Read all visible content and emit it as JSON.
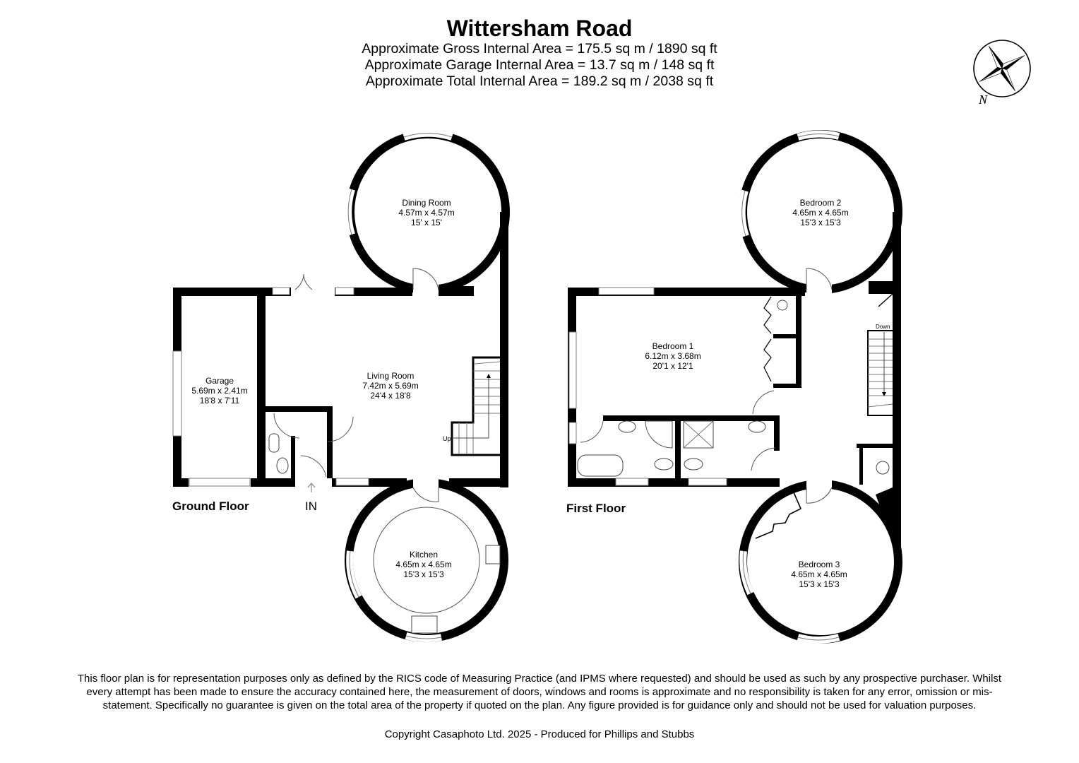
{
  "header": {
    "title": "Wittersham Road",
    "gross_area": "Approximate Gross Internal Area = 175.5 sq m / 1890 sq ft",
    "garage_area": "Approximate Garage Internal Area = 13.7 sq m / 148 sq ft",
    "total_area": "Approximate Total Internal Area = 189.2 sq m / 2038 sq ft"
  },
  "compass": {
    "icon": "compass-rose-icon",
    "label": "N"
  },
  "ground_floor": {
    "label": "Ground Floor",
    "entrance_label": "IN",
    "stairs_label": "Up",
    "rooms": {
      "dining": {
        "name": "Dining Room",
        "metric": "4.57m x 4.57m",
        "imperial": "15' x 15'"
      },
      "garage": {
        "name": "Garage",
        "metric": "5.69m x 2.41m",
        "imperial": "18'8 x 7'11"
      },
      "living": {
        "name": "Living Room",
        "metric": "7.42m x 5.69m",
        "imperial": "24'4 x 18'8"
      },
      "kitchen": {
        "name": "Kitchen",
        "metric": "4.65m x 4.65m",
        "imperial": "15'3 x 15'3"
      }
    }
  },
  "first_floor": {
    "label": "First Floor",
    "stairs_label": "Down",
    "rooms": {
      "bedroom2": {
        "name": "Bedroom 2",
        "metric": "4.65m x 4.65m",
        "imperial": "15'3 x 15'3"
      },
      "bedroom1": {
        "name": "Bedroom 1",
        "metric": "6.12m x 3.68m",
        "imperial": "20'1 x 12'1"
      },
      "bedroom3": {
        "name": "Bedroom 3",
        "metric": "4.65m x 4.65m",
        "imperial": "15'3 x 15'3"
      }
    }
  },
  "footer": {
    "disclaimer": "This floor plan is for representation purposes only as defined by the RICS code of Measuring Practice (and IPMS where requested) and should be used as such by any prospective purchaser. Whilst every attempt has been made to ensure the accuracy contained here, the measurement of doors, windows and rooms is approximate and no responsibility is taken for any error, omission or mis-statement. Specifically no guarantee is given on the total area of the property if quoted on the plan. Any figure provided is for guidance only and should not be used for valuation purposes.",
    "copyright": "Copyright Casaphoto Ltd. 2025 - Produced for Phillips and Stubbs"
  },
  "colors": {
    "wall": "#000000",
    "background": "#ffffff",
    "window": "#888888"
  }
}
